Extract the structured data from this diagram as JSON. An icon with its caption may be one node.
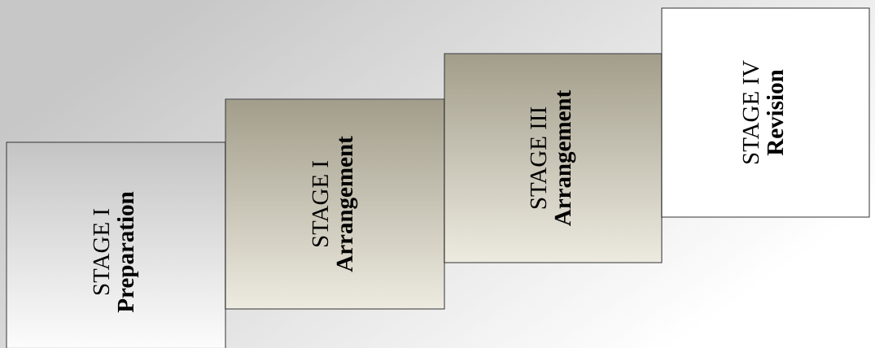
{
  "diagram": {
    "nodes": [
      {
        "text": [
          "STAGE I",
          "Preparation"
        ]
      },
      {
        "text": [
          "STAGE I",
          "Arrangement"
        ]
      },
      {
        "text": [
          "STAGE III",
          "Arrangement"
        ]
      },
      {
        "text": [
          "STAGE IV",
          "Revision"
        ]
      }
    ]
  }
}
